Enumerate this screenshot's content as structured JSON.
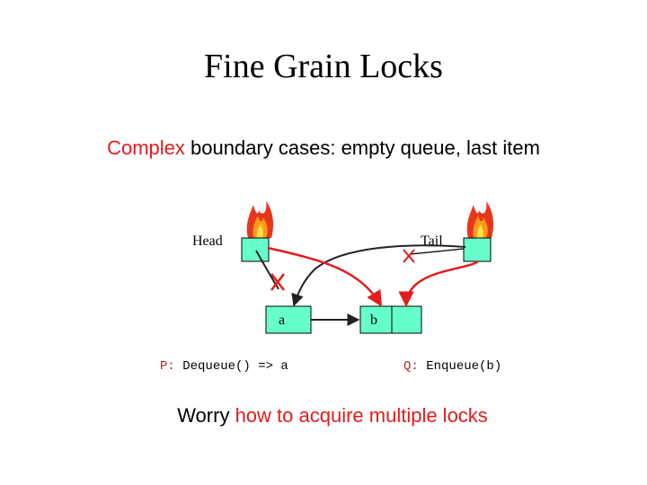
{
  "title": "Fine Grain Locks",
  "subtitle": {
    "highlight": "Complex",
    "rest": " boundary cases: empty queue, last item"
  },
  "diagram": {
    "head_label": "Head",
    "tail_label": "Tail",
    "node_a_label": "a",
    "node_b_label": "b",
    "p_prefix": "P:",
    "p_text": " Dequeue() => a",
    "q_prefix": "Q:",
    "q_text": " Enqueue(b)"
  },
  "footer": {
    "lead": "Worry ",
    "highlight": "how to acquire multiple locks"
  },
  "colors": {
    "box_fill": "#66ffcc",
    "arrow_red": "#e41b1b",
    "arrow_dark": "#222222",
    "text_red": "#e41b1b"
  },
  "icons": [
    "flame-icon",
    "flame-icon",
    "cross-mark-icon",
    "cross-mark-icon"
  ]
}
